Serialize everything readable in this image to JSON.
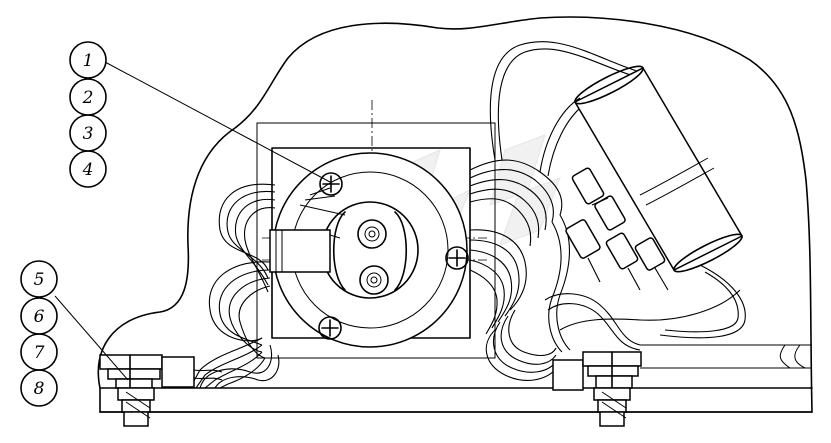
{
  "callouts": {
    "group_top": [
      "1",
      "2",
      "3",
      "4"
    ],
    "group_bottom": [
      "5",
      "6",
      "7",
      "8"
    ]
  },
  "colors": {
    "line": "#000000",
    "background": "#ffffff"
  }
}
